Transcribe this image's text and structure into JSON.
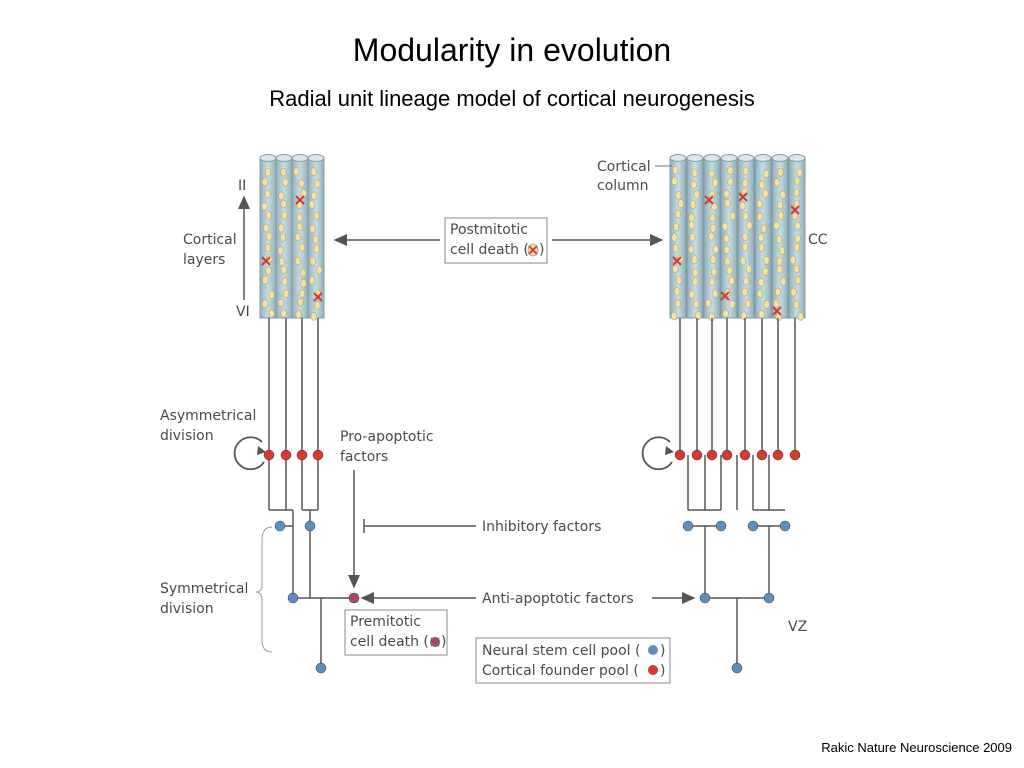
{
  "slide": {
    "title": "Modularity in evolution",
    "subtitle": "Radial unit lineage model of cortical neurogenesis",
    "credit": "Rakic Nature Neuroscience 2009"
  },
  "labels": {
    "layer_ii": "II",
    "layer_vi": "VI",
    "cortical_layers_1": "Cortical",
    "cortical_layers_2": "layers",
    "cortical_column_1": "Cortical",
    "cortical_column_2": "column",
    "cc": "CC",
    "postmitotic_1": "Postmitotic",
    "postmitotic_2": "cell death (",
    "postmitotic_close": ")",
    "asym_1": "Asymmetrical",
    "asym_2": "division",
    "proapop_1": "Pro-apoptotic",
    "proapop_2": "factors",
    "inhibitory": "Inhibitory factors",
    "sym_1": "Symmetrical",
    "sym_2": "division",
    "antiapop": "Anti-apoptotic factors",
    "premitotic_1": "Premitotic",
    "premitotic_2": "cell death (",
    "premitotic_close": ")",
    "vz": "VZ",
    "legend_stem": "Neural stem cell pool (",
    "legend_founder": "Cortical founder pool (",
    "legend_close": ")"
  },
  "colors": {
    "column_fill": "#a9c4ce",
    "cell_fill": "#f3e3a8",
    "red_cell": "#d63a2c",
    "blue_cell": "#5b8fc0",
    "line": "#555555"
  }
}
